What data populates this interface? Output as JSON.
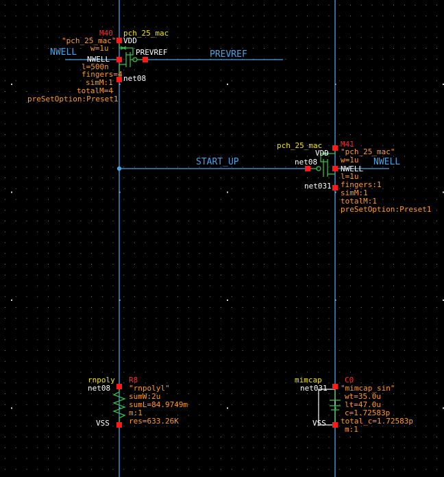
{
  "colors": {
    "background": "#000000",
    "grid_dot": "#7f7f7f",
    "wire": "#4aa3e6",
    "wire_label": "#4aa3e6",
    "pin": "#ff1a1a",
    "instance_name": "#ff2a2a",
    "cell_name": "#f2e400",
    "param": "#ff9c1a",
    "net_label": "#ffffff",
    "device": "#35c04a"
  },
  "wires": {
    "prevref_label": "PREVREF",
    "start_up_label": "START_UP"
  },
  "m40": {
    "instance": "M40",
    "cell": "pch_25_mac",
    "model": "\"pch_25_mac\"",
    "w": "w=1u",
    "l": "l=500n",
    "fingers": "fingers=4",
    "simm": "simM:1",
    "totalm": "totalM=4",
    "preset": "preSetOption:Preset1",
    "nwell_wire": "NWELL",
    "nwell_pin": "NWELL",
    "vdd": "VDD",
    "gate": "PREVREF",
    "drain": "net08"
  },
  "m41": {
    "instance": "M41",
    "cell": "pch_25_mac",
    "model": "\"pch_25_mac\"",
    "w": "w=1u",
    "l": "l=1u",
    "fingers": "fingers:1",
    "simm": "simM:1",
    "totalm": "totalM:1",
    "preset": "preSetOption:Preset1",
    "nwell_wire": "NWELL",
    "nwell_pin": "NWELL",
    "vdd": "VDD",
    "gate": "net08",
    "drain": "net031"
  },
  "r8": {
    "cell": "rnpoly",
    "instance": "R8",
    "model": "\"rnpolyl\"",
    "sumw": "sumW:2u",
    "suml": "sumL=84.9749m",
    "m": "m:1",
    "res": "res=633.26K",
    "top": "net08",
    "bottom": "VSS"
  },
  "c0": {
    "cell": "mimcap",
    "instance": "C0",
    "model": "\"mimcap_sin\"",
    "wt": "wt=35.0u",
    "lt": "lt=47.0u",
    "c": "c=1.72583p",
    "total_c": "total_c=1.72583p",
    "m": "m:1",
    "top": "net031",
    "bottom": "VSS"
  }
}
